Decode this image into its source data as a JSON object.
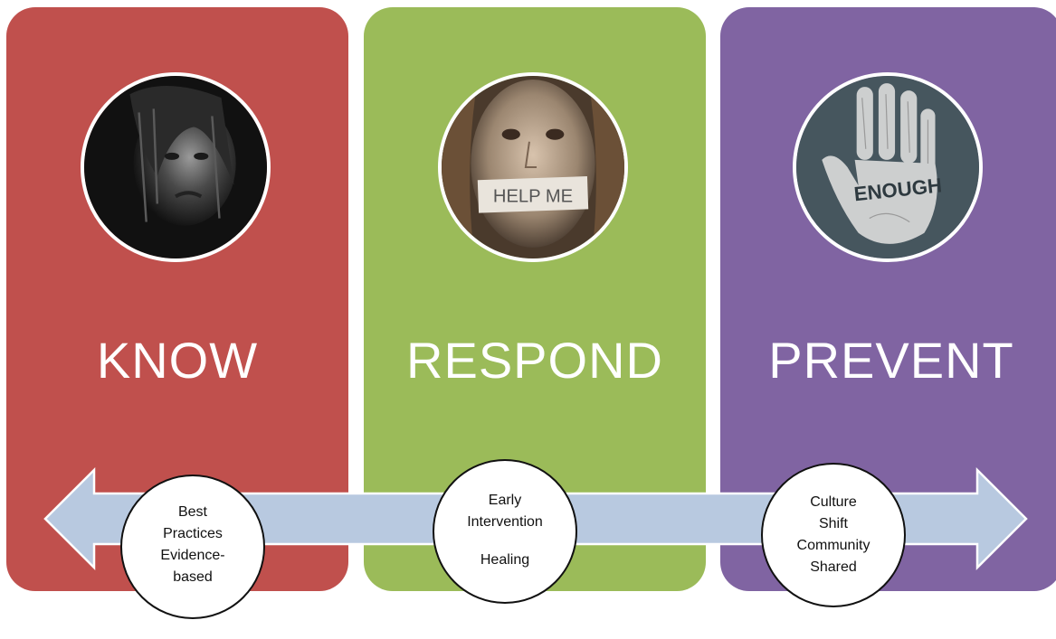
{
  "panels": [
    {
      "title": "KNOW",
      "color": "#c0504d",
      "photo_icon": "crying-girl-photo"
    },
    {
      "title": "RESPOND",
      "color": "#9bbb59",
      "photo_icon": "taped-mouth-help-me-photo",
      "photo_text": "HELP ME"
    },
    {
      "title": "PREVENT",
      "color": "#8064a2",
      "photo_icon": "raised-hand-photo",
      "photo_text": "ENOUGH"
    }
  ],
  "arrow": {
    "color": "#b8c9e0",
    "stroke": "#ffffff",
    "direction": "bidirectional"
  },
  "bubbles": [
    {
      "lines": [
        "Best",
        "Practices",
        "Evidence-",
        "based"
      ]
    },
    {
      "lines": [
        "Early",
        "Intervention",
        "Healing"
      ]
    },
    {
      "lines": [
        "Culture",
        "Shift",
        "Community",
        "Shared"
      ]
    }
  ]
}
